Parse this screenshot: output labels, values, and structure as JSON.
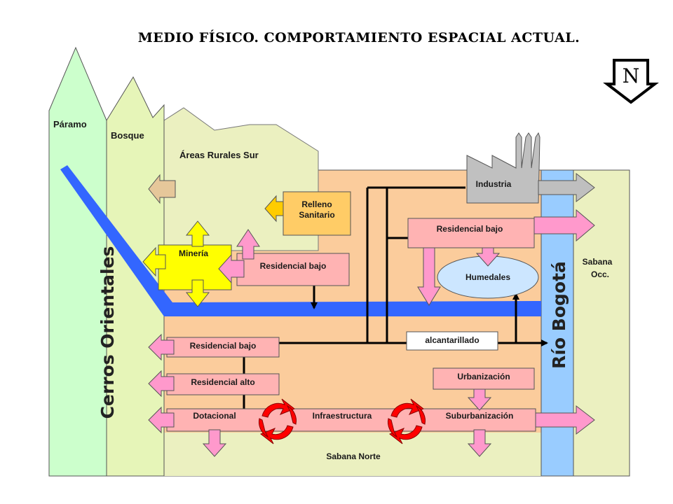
{
  "title": "MEDIO FÍSICO. COMPORTAMIENTO ESPACIAL ACTUAL.",
  "north_label": "N",
  "zones": {
    "paramo": "Páramo",
    "bosque": "Bosque",
    "rurales_sur": "Áreas Rurales Sur",
    "cerros": "Cerros Orientales",
    "rio": "Río Bogotá",
    "sabana_occ_1": "Sabana",
    "sabana_occ_2": "Occ.",
    "sabana_norte": "Sabana Norte"
  },
  "boxes": {
    "industria": "Industria",
    "relleno_1": "Relleno",
    "relleno_2": "Sanitario",
    "residencial_bajo_top": "Residencial bajo",
    "mineria": "Minería",
    "residencial_bajo_mid": "Residencial bajo",
    "humedales": "Humedales",
    "alcantarillado": "alcantarillado",
    "residencial_bajo_left": "Residencial bajo",
    "residencial_alto": "Residencial alto",
    "urbanizacion": "Urbanización",
    "dotacional": "Dotacional",
    "infraestructura": "Infraestructura",
    "suburbanizacion": "Suburbanización"
  },
  "colors": {
    "paramo": "#ccffcc",
    "bosque": "#e6f5b8",
    "rurales": "#ebf0c0",
    "urban": "#fbcc9c",
    "rio": "#99ccff",
    "canal": "#3366ff",
    "pink": "#ffb3b3",
    "arrow_pink": "#ff99cc",
    "mineria": "#ffff00",
    "industria": "#c0c0c0",
    "relleno": "#ffcc66",
    "humedales": "#cce6ff",
    "cycle": "#ff0000"
  }
}
